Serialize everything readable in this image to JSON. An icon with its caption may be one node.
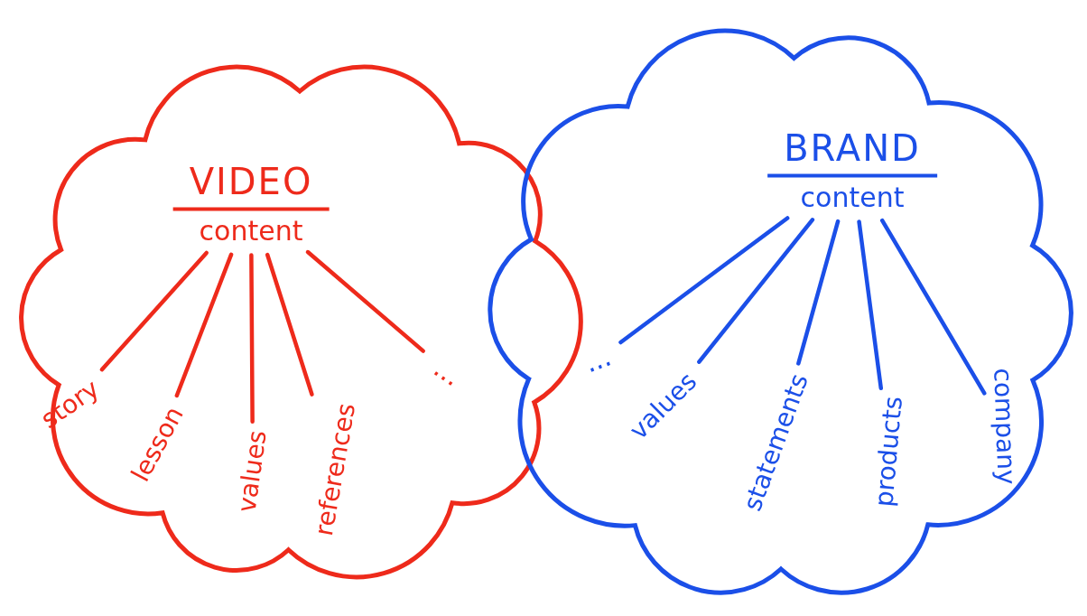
{
  "diagram": {
    "nodes": [
      {
        "text": [],
        "shape": "cloud"
      },
      {
        "text": [
          "VIDEO",
          "content"
        ],
        "in": 0
      },
      {
        "text": [
          "story"
        ],
        "in": 0
      },
      {
        "text": [
          "lesson"
        ],
        "in": 0
      },
      {
        "text": [
          "values"
        ],
        "in": 0
      },
      {
        "text": [
          "references"
        ],
        "in": 0
      },
      {
        "text": [
          "..."
        ],
        "in": 0
      },
      {
        "text": [],
        "shape": "cloud"
      },
      {
        "text": [
          "BRAND",
          "content"
        ],
        "in": 7
      },
      {
        "text": [
          "..."
        ],
        "in": 7
      },
      {
        "text": [
          "values"
        ],
        "in": 7
      },
      {
        "text": [
          "statements"
        ],
        "in": 7
      },
      {
        "text": [
          "products"
        ],
        "in": 7
      },
      {
        "text": [
          "company"
        ],
        "in": 7
      }
    ],
    "edges": [
      {
        "from": 1,
        "to": 2,
        "arrow": "none",
        "color": "#ee2a1b"
      },
      {
        "from": 1,
        "to": 3,
        "arrow": "none",
        "color": "#ee2a1b"
      },
      {
        "from": 1,
        "to": 4,
        "arrow": "none",
        "color": "#ee2a1b"
      },
      {
        "from": 1,
        "to": 5,
        "arrow": "none",
        "color": "#ee2a1b"
      },
      {
        "from": 1,
        "to": 6,
        "arrow": "none",
        "color": "#ee2a1b"
      },
      {
        "from": 8,
        "to": 9,
        "arrow": "none",
        "color": "#1b4fe8"
      },
      {
        "from": 8,
        "to": 10,
        "arrow": "none",
        "color": "#1b4fe8"
      },
      {
        "from": 8,
        "to": 11,
        "arrow": "none",
        "color": "#1b4fe8"
      },
      {
        "from": 8,
        "to": 12,
        "arrow": "none",
        "color": "#1b4fe8"
      },
      {
        "from": 8,
        "to": 13,
        "arrow": "none",
        "color": "#1b4fe8"
      }
    ]
  }
}
